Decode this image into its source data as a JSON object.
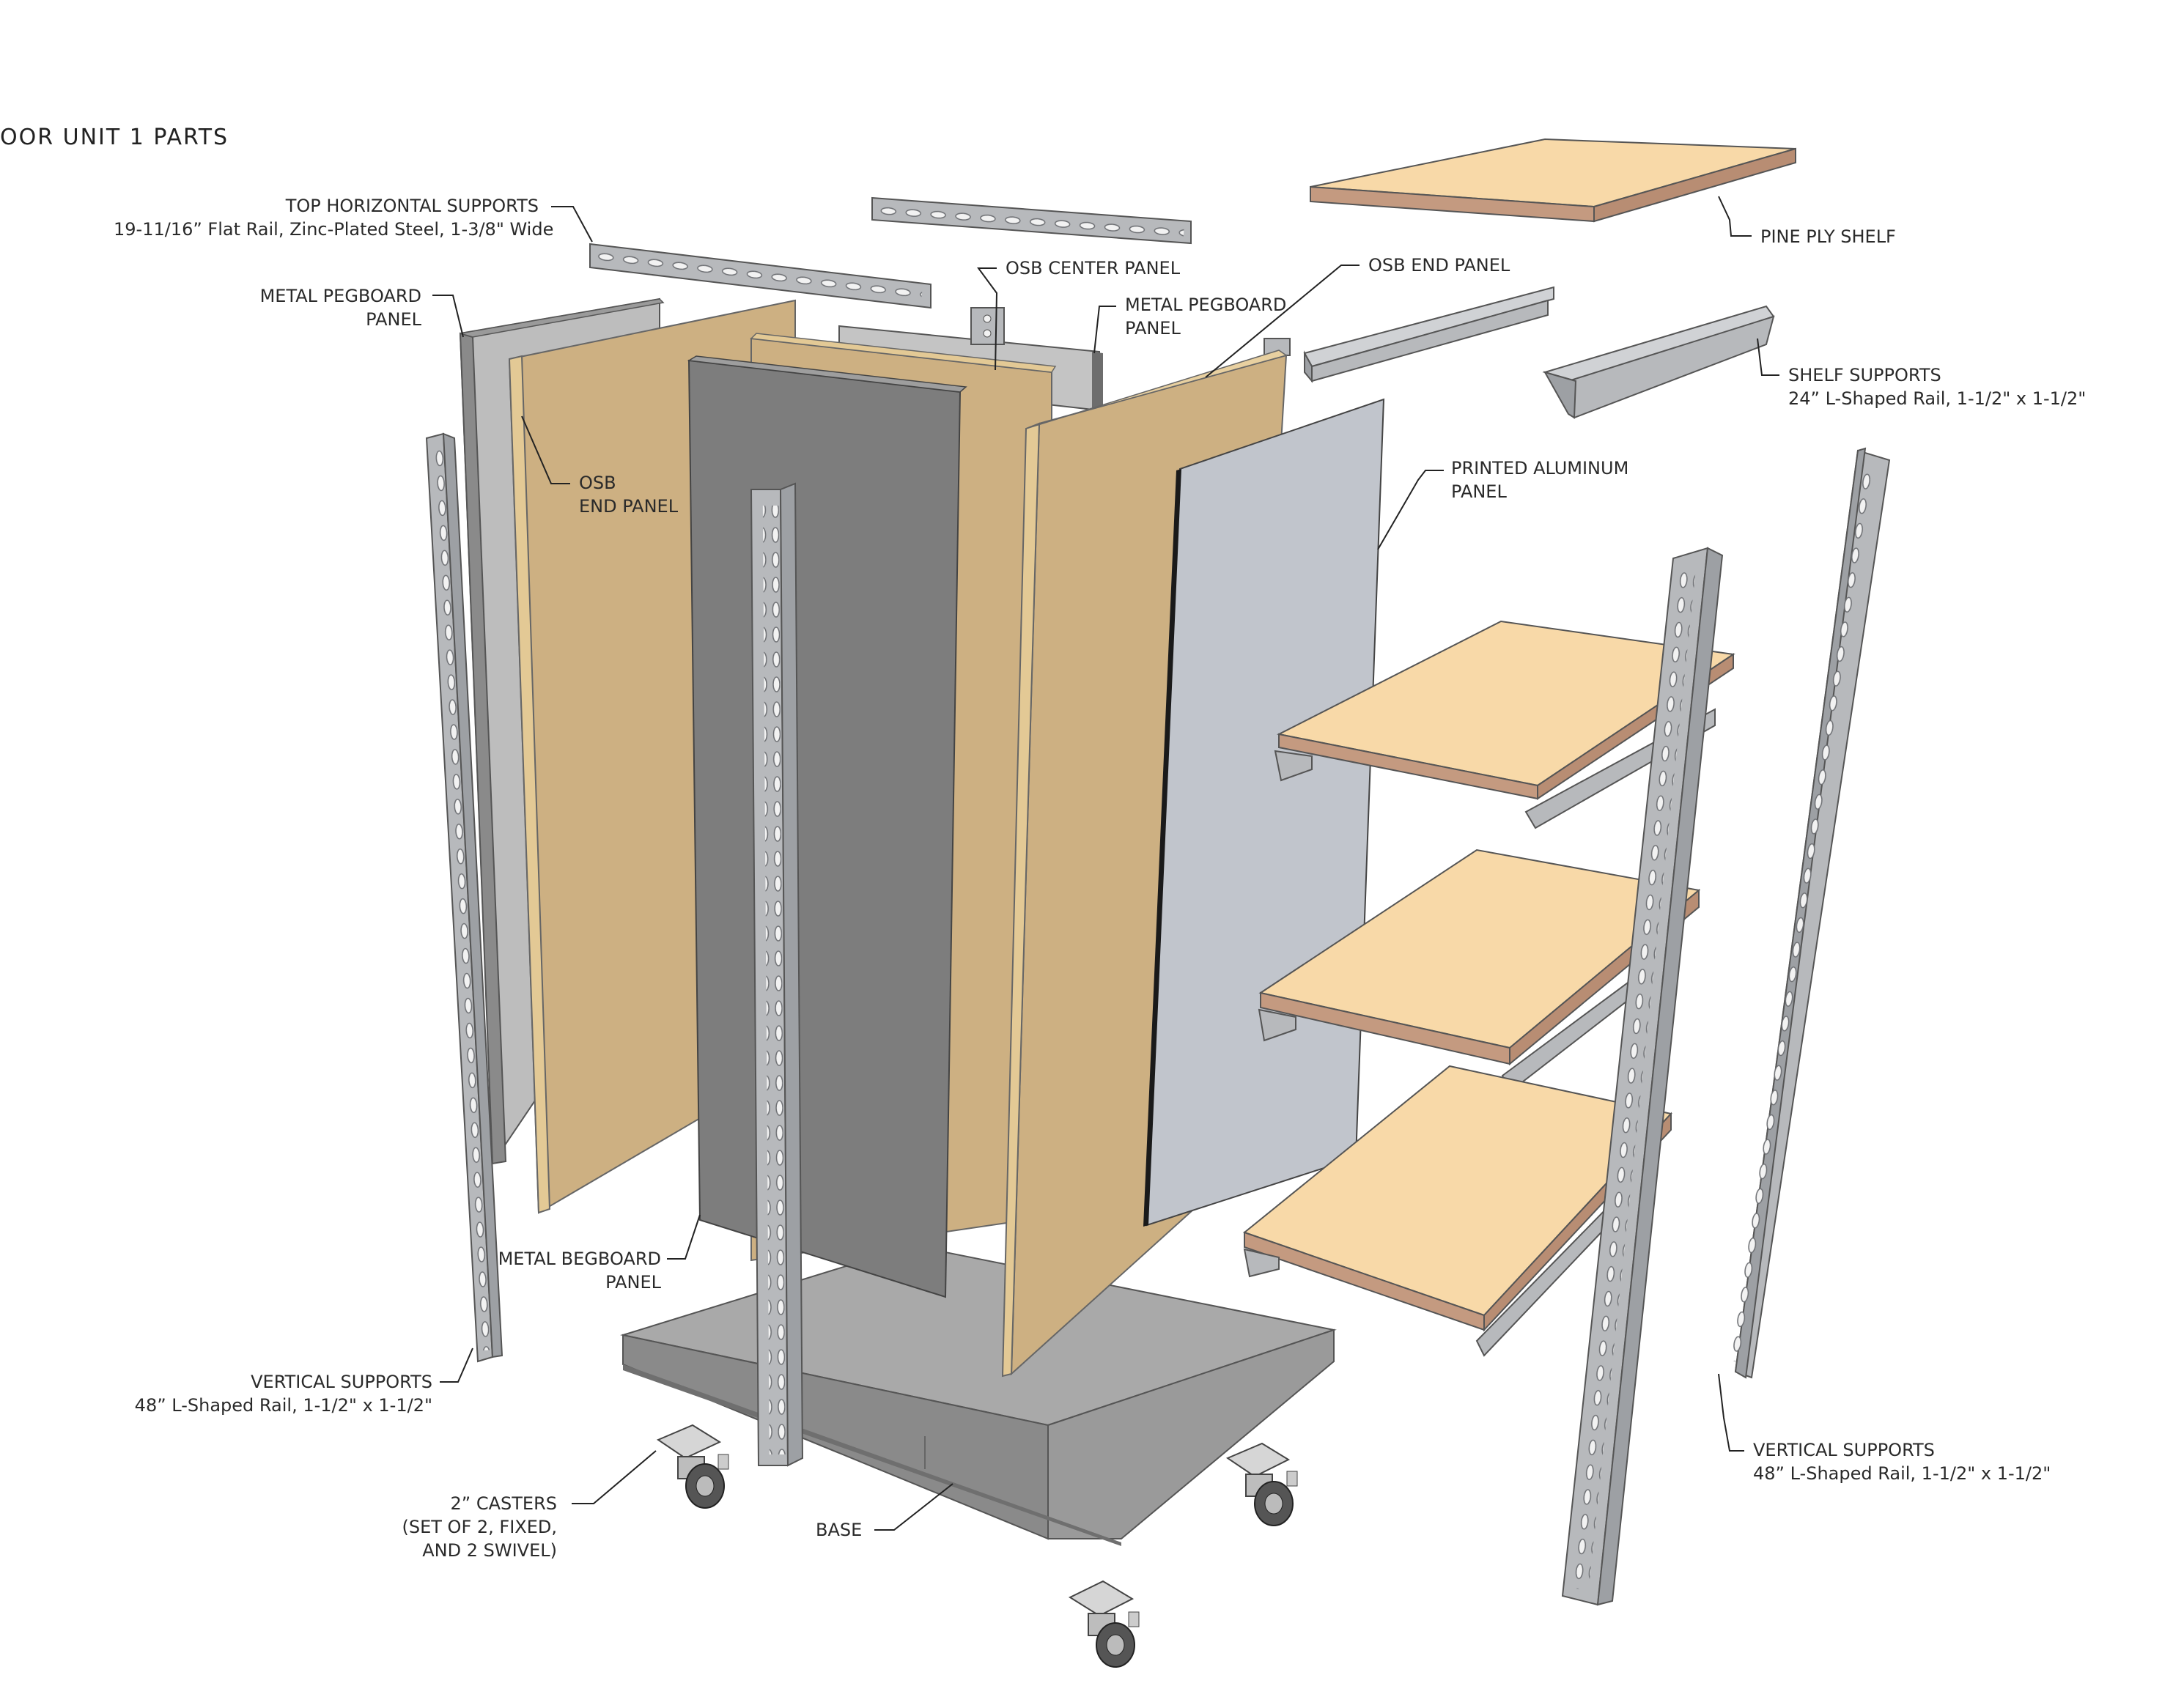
{
  "title": "OOR UNIT 1 PARTS",
  "colors": {
    "steel": "#b7b9bc",
    "steel_dark": "#8f9195",
    "osb": "#cdb082",
    "osb_edge": "#e3c995",
    "pegboard": "#7d7d7d",
    "pegboard_light": "#bdbdbd",
    "pine_top": "#f8d9a8",
    "pine_edge": "#c49a80",
    "aluminum": "#c1c5cc",
    "base": "#a7a7a7"
  },
  "labels": {
    "top_horizontal": {
      "line1": "TOP HORIZONTAL SUPPORTS",
      "line2": "19-11/16” Flat Rail, Zinc-Plated Steel, 1-3/8\" Wide"
    },
    "metal_pegboard_left": {
      "line1": "METAL PEGBOARD",
      "line2": "PANEL"
    },
    "osb_end_left": {
      "line1": "OSB",
      "line2": "END PANEL"
    },
    "osb_center": {
      "line1": "OSB CENTER PANEL"
    },
    "metal_pegboard_right": {
      "line1": "METAL PEGBOARD",
      "line2": "PANEL"
    },
    "osb_end_right": {
      "line1": "OSB END PANEL"
    },
    "pine_ply_shelf": {
      "line1": "PINE PLY SHELF"
    },
    "shelf_supports": {
      "line1": "SHELF SUPPORTS",
      "line2": "24” L-Shaped Rail, 1-1/2\" x 1-1/2\""
    },
    "printed_aluminum": {
      "line1": "PRINTED ALUMINUM",
      "line2": "PANEL"
    },
    "metal_begboard": {
      "line1": "METAL BEGBOARD",
      "line2": "PANEL"
    },
    "vertical_left": {
      "line1": "VERTICAL SUPPORTS",
      "line2": "48” L-Shaped Rail, 1-1/2\" x 1-1/2\""
    },
    "vertical_right": {
      "line1": "VERTICAL SUPPORTS",
      "line2": "48” L-Shaped Rail, 1-1/2\" x 1-1/2\""
    },
    "casters": {
      "line1": "2” CASTERS",
      "line2": "(SET OF 2, FIXED,",
      "line3": "AND 2 SWIVEL)"
    },
    "base": {
      "line1": "BASE"
    }
  }
}
